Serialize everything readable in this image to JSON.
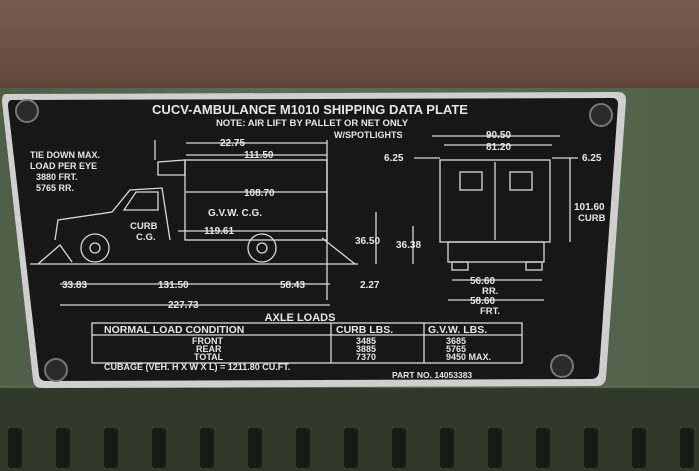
{
  "plate": {
    "title": "CUCV-AMBULANCE M1010 SHIPPING DATA PLATE",
    "note": "NOTE: AIR LIFT BY PALLET OR NET ONLY",
    "spotlights": "W/SPOTLIGHTS",
    "tiedown": [
      "TIE DOWN MAX.",
      "LOAD PER EYE",
      "3880 FRT.",
      "5765 RR."
    ],
    "side_dims": {
      "d1": "22.75",
      "d2": "111.50",
      "d3": "108.70",
      "d4": "119.61",
      "d5": "33.83",
      "d6": "131.50",
      "d7": "58.43",
      "d8": "2.27",
      "d9": "227.73"
    },
    "gvw_cg": "G.V.W. C.G.",
    "curb_cg": [
      "CURB",
      "C.G."
    ],
    "rear_dims": {
      "w1": "90.50",
      "w2": "81.20",
      "w3": "6.25",
      "w4": "6.25",
      "h1": "101.60",
      "h1_label": "CURB",
      "h2": "36.50",
      "h3": "36.38",
      "t1": "56.60",
      "t1_label": "RR.",
      "t2": "58.60",
      "t2_label": "FRT."
    },
    "axle_title": "AXLE LOADS",
    "table": {
      "headers": [
        "NORMAL LOAD CONDITION",
        "CURB LBS.",
        "G.V.W. LBS."
      ],
      "rows": [
        [
          "FRONT",
          "3485",
          "3685"
        ],
        [
          "REAR",
          "3885",
          "5765"
        ],
        [
          "TOTAL",
          "7370",
          "9450 MAX."
        ]
      ]
    },
    "cubage": "CUBAGE (VEH. H X W X L) = 1211.80 CU.FT.",
    "part_no": "PART NO. 14053383"
  }
}
